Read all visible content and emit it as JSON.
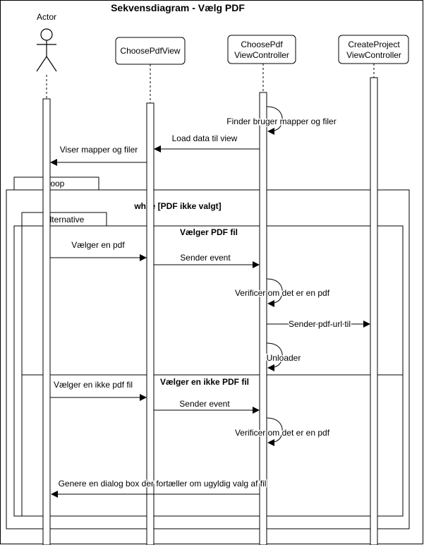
{
  "title": "Sekvensdiagram - Vælg PDF",
  "actor": {
    "label": "Actor"
  },
  "participants": [
    {
      "key": "chooseview",
      "label_lines": [
        "ChoosePdfView"
      ]
    },
    {
      "key": "choosectrl",
      "label_lines": [
        "ChoosePdf",
        "ViewController"
      ]
    },
    {
      "key": "createctrl",
      "label_lines": [
        "CreateProject",
        "ViewController"
      ]
    }
  ],
  "messages": {
    "finder": "Finder bruger mapper og filer",
    "load_data": "Load data til view",
    "viser": "Viser mapper og filer",
    "vaelger_pdf": "Vælger en pdf",
    "sender_event_1": "Sender event",
    "verificer_1": "Verificer om det er en pdf",
    "sender_url": "Sender pdf-url til",
    "unloader": "Unloader",
    "vaelger_ikke_pdf": "Vælger en ikke pdf fil",
    "sender_event_2": "Sender event",
    "verificer_2": "Verificer om det er en pdf",
    "genere_dialog": "Genere en dialog box der fortæller om ugyldig valg af fil"
  },
  "fragments": {
    "loop": {
      "tag": "loop",
      "guard": "while [PDF ikke valgt]"
    },
    "alt": {
      "tag": "Alternative",
      "branch1": "Vælger PDF fil",
      "branch2": "Vælger en ikke PDF fil"
    }
  }
}
